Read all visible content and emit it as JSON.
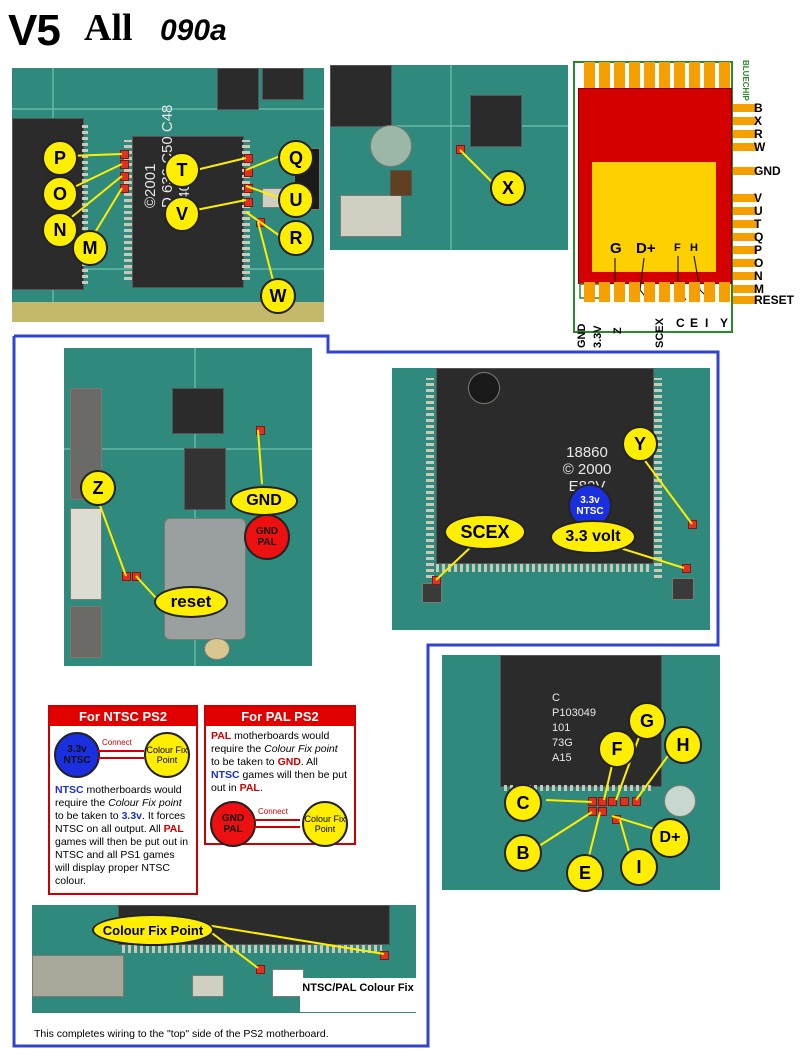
{
  "title": {
    "model": "V5",
    "scope": "All",
    "code": "090a"
  },
  "photo_points": {
    "tl": [
      "P",
      "O",
      "N",
      "M",
      "T",
      "V",
      "Q",
      "U",
      "R",
      "W"
    ],
    "tm": [
      "X"
    ],
    "left": {
      "z": "Z",
      "gnd": "GND",
      "gnd_pal": "GND PAL",
      "reset": "reset"
    },
    "right": {
      "y": "Y",
      "scex": "SCEX",
      "ntsc": "3.3v NTSC",
      "volt": "3.3 volt"
    },
    "bottom": [
      "C",
      "B",
      "E",
      "F",
      "G",
      "H",
      "D+",
      "I"
    ]
  },
  "chip_markings": {
    "tl": [
      "©2001",
      "D 630 C50 C48",
      "840050"
    ],
    "right": [
      "18860",
      "© 2000",
      "E82V"
    ],
    "bottom": [
      "C",
      "P103049",
      "101",
      "73G",
      "A15"
    ]
  },
  "modchip": {
    "side_label": "BLUECHIP",
    "top_pad_labels": [
      "G",
      "D+",
      "F",
      "H"
    ],
    "right_labels": [
      "B",
      "X",
      "R",
      "W",
      "GND",
      "V",
      "U",
      "T",
      "Q",
      "P",
      "O",
      "N",
      "M",
      "RESET"
    ],
    "bottom_labels": [
      "GND",
      "3.3V",
      "Z",
      "SCEX",
      "C",
      "E",
      "I",
      "Y"
    ]
  },
  "ntsc_box": {
    "header": "For NTSC PS2",
    "left_circle": "3.3v NTSC",
    "connect": "Connect",
    "right_circle": "Colour Fix Point",
    "t1": "NTSC",
    "t2": " motherboards would require the ",
    "t3": "Colour Fix point",
    "t4": " to be taken to ",
    "t5": "3.3v",
    "t6": ". It forces NTSC on all output. All ",
    "t7": "PAL",
    "t8": " games will then be put out in NTSC and all PS1 games will display proper NTSC colour."
  },
  "pal_box": {
    "header": "For PAL PS2",
    "t1": "PAL",
    "t2": " motherboards would require the ",
    "t3": "Colour Fix point",
    "t4": " to be taken to ",
    "t5": "GND",
    "t6": ". All ",
    "t7": "NTSC",
    "t8": " games will then be put out in ",
    "t9": "PAL",
    "t10": ".",
    "left_circle": "GND PAL",
    "connect": "Connect",
    "right_circle": "Colour Fix Point"
  },
  "colour_fix": {
    "point": "Colour Fix Point",
    "caption": "NTSC/PAL Colour Fix"
  },
  "footer": "This completes wiring to the \"top\" side of the PS2 motherboard.",
  "colors": {
    "label_yellow": "#ffee00",
    "frame_blue": "#3344cc",
    "pad_red": "#e03020",
    "chip_red": "#d40000",
    "chip_yellow": "#ffd000",
    "pin_orange": "#f5a000"
  }
}
